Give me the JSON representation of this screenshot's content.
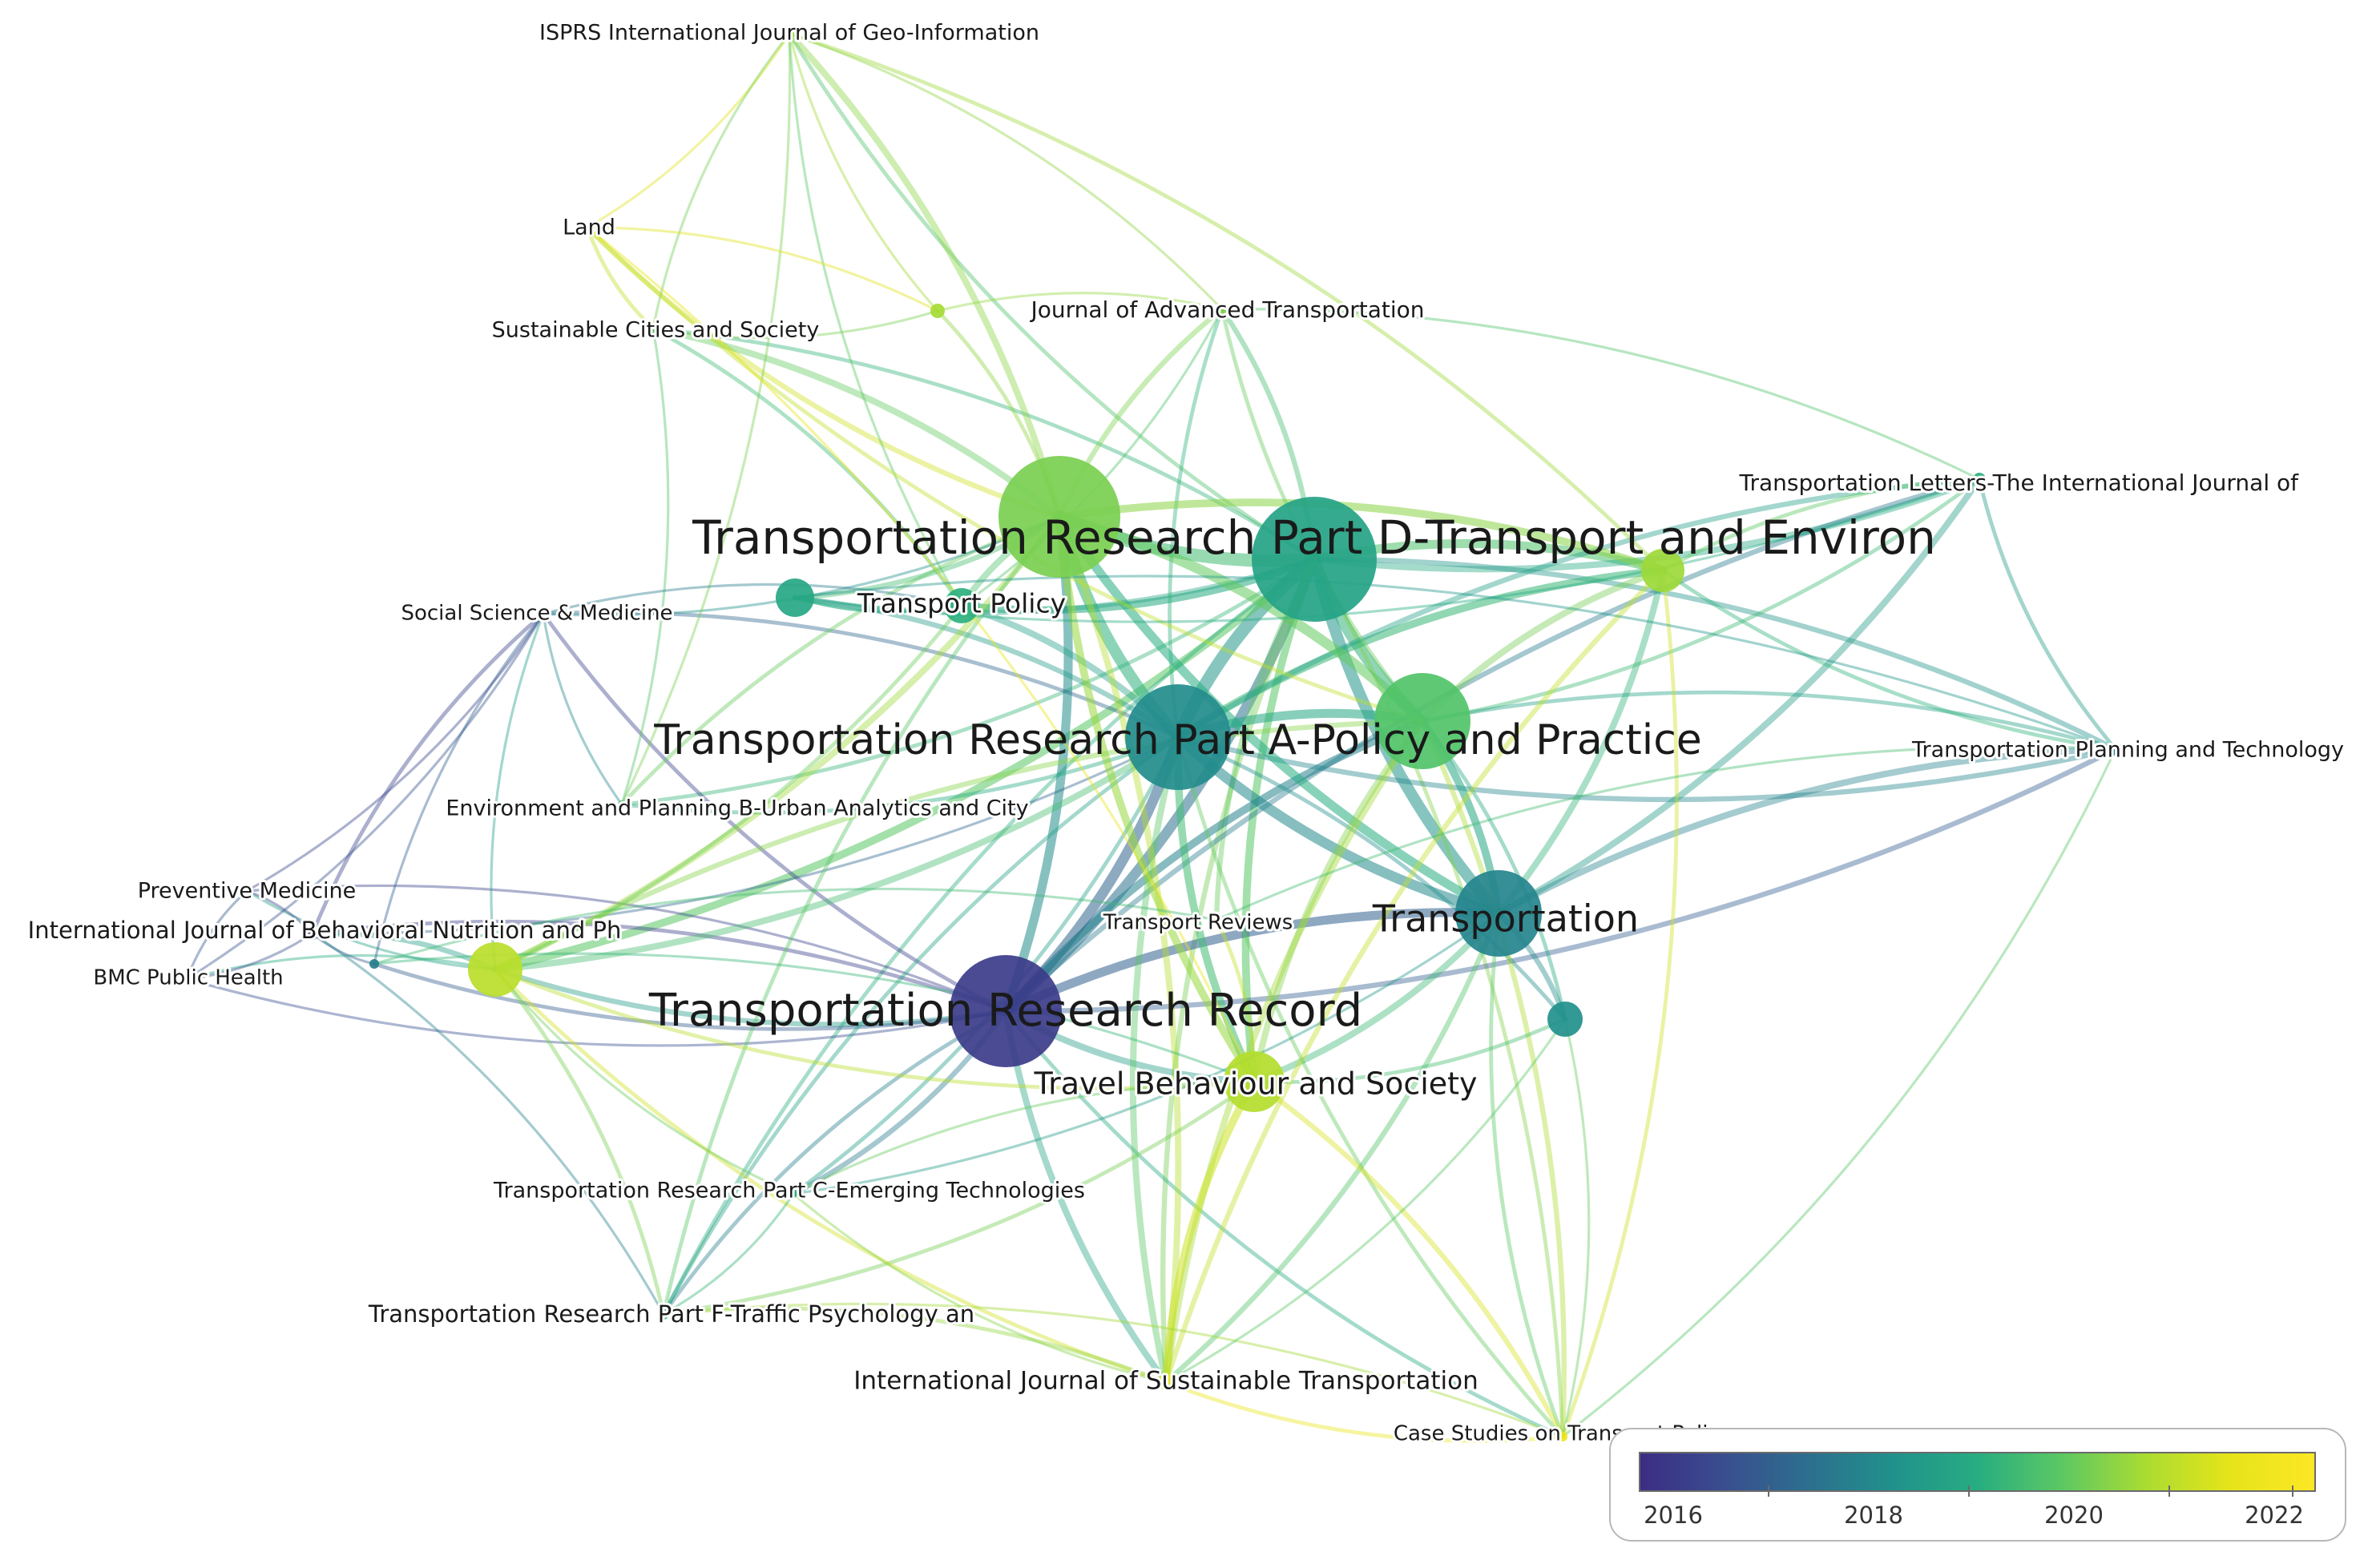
{
  "network": {
    "nodes": [
      {
        "id": "trd",
        "label": "Transportation Research Part D-Transport and Environ",
        "year": 2018.6,
        "weight": 100
      },
      {
        "id": "trr",
        "label": "Transportation Research Record",
        "year": 2015.8,
        "weight": 72
      },
      {
        "id": "tra",
        "label": "Transportation Research Part A-Policy and Practice",
        "year": 2017.9,
        "weight": 65
      },
      {
        "id": "jtg",
        "label": "",
        "year": 2020.1,
        "weight": 82
      },
      {
        "id": "transportation",
        "label": "Transportation",
        "year": 2017.7,
        "weight": 55
      },
      {
        "id": "sust",
        "label": "",
        "year": 2019.6,
        "weight": 58
      },
      {
        "id": "tbs",
        "label": "Travel Behaviour and Society",
        "year": 2020.8,
        "weight": 36
      },
      {
        "id": "tp",
        "label": "Transport Policy",
        "year": 2019.0,
        "weight": 22
      },
      {
        "id": "tpn",
        "label": "",
        "year": 2018.7,
        "weight": 14
      },
      {
        "id": "jurb",
        "label": "",
        "year": 2020.5,
        "weight": 28
      },
      {
        "id": "trl",
        "label": "Transportation Letters-The International Journal of",
        "year": 2019.0,
        "weight": 6
      },
      {
        "id": "tpt",
        "label": "Transportation Planning and Technology",
        "year": 2017.6,
        "weight": 6
      },
      {
        "id": "jat",
        "label": "Journal of Advanced Transportation",
        "year": 2020.2,
        "weight": 6
      },
      {
        "id": "jtlu",
        "label": "",
        "year": 2020.9,
        "weight": 30
      },
      {
        "id": "ijgi",
        "label": "ISPRS International Journal of Geo-Information",
        "year": 2020.5,
        "weight": 4
      },
      {
        "id": "land",
        "label": "Land",
        "year": 2022.3,
        "weight": 4
      },
      {
        "id": "scs",
        "label": "Sustainable Cities and Society",
        "year": 2019.6,
        "weight": 5
      },
      {
        "id": "jadv2",
        "label": "",
        "year": 2020.6,
        "weight": 5
      },
      {
        "id": "ssm",
        "label": "Social Science & Medicine",
        "year": 2016.0,
        "weight": 4
      },
      {
        "id": "epb",
        "label": "Environment and Planning B-Urban Analytics and City",
        "year": 2019.7,
        "weight": 4
      },
      {
        "id": "pm",
        "label": "Preventive Medicine",
        "year": 2016.1,
        "weight": 4
      },
      {
        "id": "ijbn",
        "label": "International Journal of Behavioral Nutrition and Ph",
        "year": 2015.9,
        "weight": 6
      },
      {
        "id": "bmc",
        "label": "BMC Public Health",
        "year": 2016.8,
        "weight": 4
      },
      {
        "id": "jth",
        "label": "",
        "year": 2017.5,
        "weight": 5
      },
      {
        "id": "trev",
        "label": "Transport Reviews",
        "year": 2021.2,
        "weight": 5
      },
      {
        "id": "trc",
        "label": "Transportation Research Part C-Emerging Technologies",
        "year": 2019.0,
        "weight": 4
      },
      {
        "id": "trf",
        "label": "Transportation Research Part F-Traffic Psychology an",
        "year": 2019.3,
        "weight": 5
      },
      {
        "id": "ijst",
        "label": "International Journal of Sustainable Transportation",
        "year": 2021.5,
        "weight": 8
      },
      {
        "id": "cstp",
        "label": "Case Studies on Transport Policy",
        "year": 2021.8,
        "weight": 4
      },
      {
        "id": "tpt2",
        "label": "",
        "year": 2018.0,
        "weight": 14
      }
    ],
    "links": [
      [
        "trd",
        "tra",
        10
      ],
      [
        "trd",
        "jtg",
        10
      ],
      [
        "trd",
        "transportation",
        9
      ],
      [
        "trd",
        "trr",
        8
      ],
      [
        "trd",
        "sust",
        9
      ],
      [
        "trd",
        "jurb",
        7
      ],
      [
        "trd",
        "tbs",
        6
      ],
      [
        "trd",
        "tp",
        6
      ],
      [
        "trd",
        "trl",
        5
      ],
      [
        "trd",
        "tpt",
        4
      ],
      [
        "trd",
        "jat",
        4
      ],
      [
        "trd",
        "jtlu",
        6
      ],
      [
        "trd",
        "ijst",
        4
      ],
      [
        "trd",
        "cstp",
        3
      ],
      [
        "trd",
        "trf",
        3
      ],
      [
        "trd",
        "ijgi",
        3
      ],
      [
        "trd",
        "scs",
        3
      ],
      [
        "trd",
        "epb",
        3
      ],
      [
        "trd",
        "trev",
        4
      ],
      [
        "trd",
        "tpn",
        4
      ],
      [
        "trr",
        "tra",
        8
      ],
      [
        "trr",
        "transportation",
        7
      ],
      [
        "trr",
        "jtg",
        7
      ],
      [
        "trr",
        "sust",
        6
      ],
      [
        "trr",
        "tbs",
        5
      ],
      [
        "trr",
        "jtlu",
        4
      ],
      [
        "trr",
        "ijbn",
        3
      ],
      [
        "trr",
        "ssm",
        3
      ],
      [
        "trr",
        "tpt",
        4
      ],
      [
        "trr",
        "trl",
        4
      ],
      [
        "trr",
        "ijst",
        5
      ],
      [
        "trr",
        "trc",
        4
      ],
      [
        "trr",
        "trf",
        3
      ],
      [
        "trr",
        "jth",
        3
      ],
      [
        "trr",
        "pm",
        2
      ],
      [
        "trr",
        "bmc",
        2
      ],
      [
        "trr",
        "cstp",
        3
      ],
      [
        "tra",
        "jtg",
        9
      ],
      [
        "tra",
        "transportation",
        8
      ],
      [
        "tra",
        "sust",
        7
      ],
      [
        "tra",
        "tbs",
        6
      ],
      [
        "tra",
        "jurb",
        6
      ],
      [
        "tra",
        "tp",
        5
      ],
      [
        "tra",
        "jtlu",
        5
      ],
      [
        "tra",
        "ijst",
        5
      ],
      [
        "tra",
        "trl",
        4
      ],
      [
        "tra",
        "tpt",
        4
      ],
      [
        "tra",
        "epb",
        3
      ],
      [
        "tra",
        "ssm",
        3
      ],
      [
        "tra",
        "trc",
        3
      ],
      [
        "tra",
        "trf",
        3
      ],
      [
        "tra",
        "jat",
        3
      ],
      [
        "tra",
        "cstp",
        3
      ],
      [
        "tra",
        "ijbn",
        2
      ],
      [
        "tra",
        "tpn",
        4
      ],
      [
        "tra",
        "tpt2",
        3
      ],
      [
        "jtg",
        "transportation",
        7
      ],
      [
        "jtg",
        "sust",
        8
      ],
      [
        "jtg",
        "tbs",
        6
      ],
      [
        "jtg",
        "jurb",
        6
      ],
      [
        "jtg",
        "tp",
        5
      ],
      [
        "jtg",
        "jtlu",
        5
      ],
      [
        "jtg",
        "ijgi",
        5
      ],
      [
        "jtg",
        "land",
        4
      ],
      [
        "jtg",
        "scs",
        5
      ],
      [
        "jtg",
        "jat",
        4
      ],
      [
        "jtg",
        "jadv2",
        3
      ],
      [
        "jtg",
        "ijst",
        5
      ],
      [
        "jtg",
        "epb",
        3
      ],
      [
        "jtg",
        "tpn",
        4
      ],
      [
        "jtg",
        "trf",
        3
      ],
      [
        "jtg",
        "ssm",
        2
      ],
      [
        "transportation",
        "sust",
        6
      ],
      [
        "transportation",
        "tbs",
        5
      ],
      [
        "transportation",
        "jurb",
        5
      ],
      [
        "transportation",
        "tpt",
        5
      ],
      [
        "transportation",
        "trl",
        5
      ],
      [
        "transportation",
        "ijst",
        4
      ],
      [
        "transportation",
        "cstp",
        3
      ],
      [
        "transportation",
        "tpt2",
        4
      ],
      [
        "sust",
        "tbs",
        5
      ],
      [
        "sust",
        "jurb",
        5
      ],
      [
        "sust",
        "ijst",
        5
      ],
      [
        "sust",
        "cstp",
        4
      ],
      [
        "sust",
        "trl",
        3
      ],
      [
        "sust",
        "tpt",
        3
      ],
      [
        "sust",
        "jtlu",
        4
      ],
      [
        "sust",
        "tpt2",
        3
      ],
      [
        "tbs",
        "ijst",
        6
      ],
      [
        "tbs",
        "cstp",
        4
      ],
      [
        "tbs",
        "tpt2",
        3
      ],
      [
        "tbs",
        "jtlu",
        3
      ],
      [
        "tbs",
        "trc",
        2
      ],
      [
        "tbs",
        "trf",
        3
      ],
      [
        "jurb",
        "ijst",
        4
      ],
      [
        "jurb",
        "cstp",
        3
      ],
      [
        "jurb",
        "tpt",
        3
      ],
      [
        "jurb",
        "trl",
        3
      ],
      [
        "jurb",
        "ijgi",
        3
      ],
      [
        "tp",
        "jtlu",
        3
      ],
      [
        "tp",
        "scs",
        3
      ],
      [
        "tp",
        "ijgi",
        2
      ],
      [
        "tp",
        "jat",
        2
      ],
      [
        "tp",
        "tpn",
        2
      ],
      [
        "jtlu",
        "ijbn",
        4
      ],
      [
        "jtlu",
        "trf",
        3
      ],
      [
        "jtlu",
        "ijst",
        3
      ],
      [
        "jtlu",
        "pm",
        2
      ],
      [
        "jtlu",
        "bmc",
        2
      ],
      [
        "jtlu",
        "ssm",
        2
      ],
      [
        "jtlu",
        "trc",
        2
      ],
      [
        "ijgi",
        "land",
        2
      ],
      [
        "ijgi",
        "scs",
        2
      ],
      [
        "ijgi",
        "jat",
        2
      ],
      [
        "ijgi",
        "jadv2",
        2
      ],
      [
        "ijgi",
        "epb",
        2
      ],
      [
        "land",
        "scs",
        3
      ],
      [
        "land",
        "jadv2",
        2
      ],
      [
        "land",
        "sust",
        3
      ],
      [
        "land",
        "tbs",
        2
      ],
      [
        "scs",
        "jadv2",
        2
      ],
      [
        "scs",
        "epb",
        2
      ],
      [
        "jat",
        "jadv2",
        2
      ],
      [
        "jat",
        "trl",
        2
      ],
      [
        "jat",
        "sust",
        3
      ],
      [
        "ssm",
        "pm",
        2
      ],
      [
        "ssm",
        "ijbn",
        3
      ],
      [
        "ssm",
        "bmc",
        2
      ],
      [
        "ssm",
        "jth",
        2
      ],
      [
        "ssm",
        "tp",
        2
      ],
      [
        "ssm",
        "epb",
        2
      ],
      [
        "pm",
        "ijbn",
        2
      ],
      [
        "pm",
        "bmc",
        2
      ],
      [
        "ijbn",
        "bmc",
        2
      ],
      [
        "ijbn",
        "jth",
        2
      ],
      [
        "ijbn",
        "trf",
        2
      ],
      [
        "trl",
        "tpt",
        3
      ],
      [
        "trl",
        "tpn",
        2
      ],
      [
        "tpt",
        "tpn",
        2
      ],
      [
        "tpt",
        "cstp",
        2
      ],
      [
        "tpt",
        "trev",
        2
      ],
      [
        "trf",
        "ijst",
        3
      ],
      [
        "trf",
        "trc",
        2
      ],
      [
        "trf",
        "cstp",
        2
      ],
      [
        "ijst",
        "cstp",
        3
      ],
      [
        "ijst",
        "trc",
        2
      ],
      [
        "ijst",
        "tpt2",
        2
      ],
      [
        "trev",
        "tbs",
        3
      ],
      [
        "trev",
        "jth",
        2
      ],
      [
        "tpt2",
        "cstp",
        2
      ],
      [
        "tpn",
        "tp",
        2
      ],
      [
        "jth",
        "tbs",
        2
      ],
      [
        "trc",
        "transportation",
        2
      ]
    ]
  },
  "legend": {
    "ticks": [
      "2016",
      "2018",
      "2020",
      "2022"
    ],
    "min_year": 2015.4,
    "max_year": 2022.4
  },
  "colors": {
    "scale": [
      "#3b2d84",
      "#3a4e8f",
      "#2c6f8e",
      "#21918c",
      "#27ad81",
      "#5cc863",
      "#aadc32",
      "#e6e419",
      "#fde725"
    ]
  }
}
